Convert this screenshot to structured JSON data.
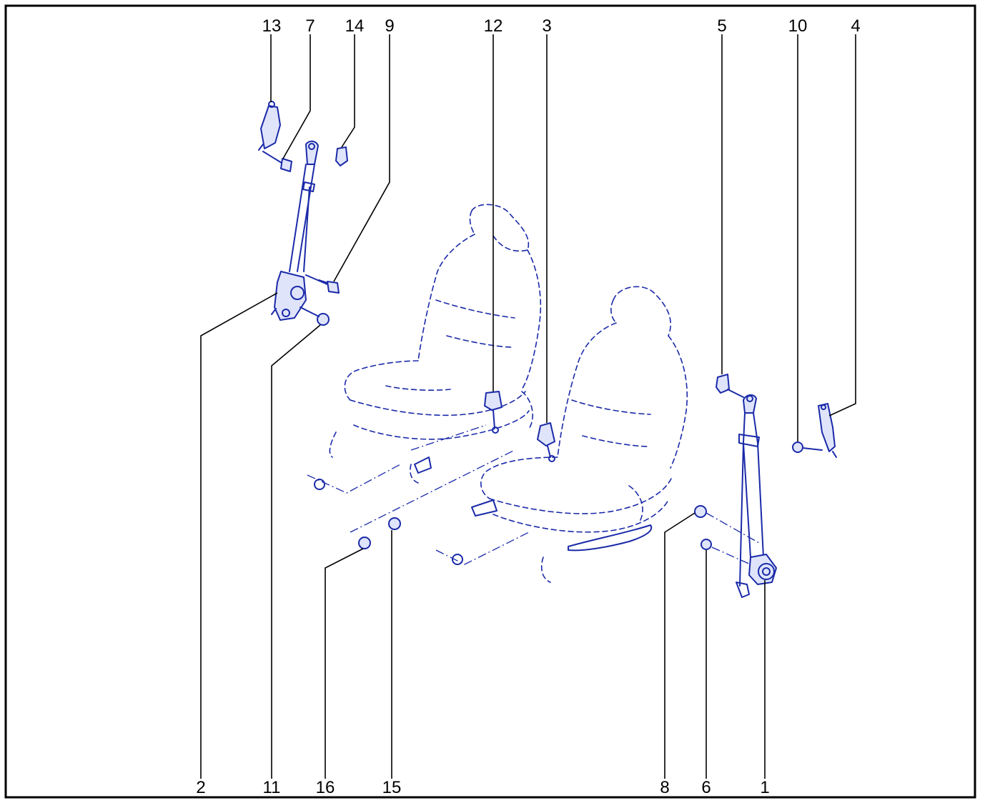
{
  "colors": {
    "line_art": "#1a2aa8",
    "callouts": "#000000",
    "background": "#ffffff"
  },
  "callouts_top": [
    "13",
    "7",
    "14",
    "9",
    "12",
    "3",
    "5",
    "10",
    "4"
  ],
  "callouts_bottom": [
    "2",
    "11",
    "16",
    "15",
    "8",
    "6",
    "1"
  ]
}
